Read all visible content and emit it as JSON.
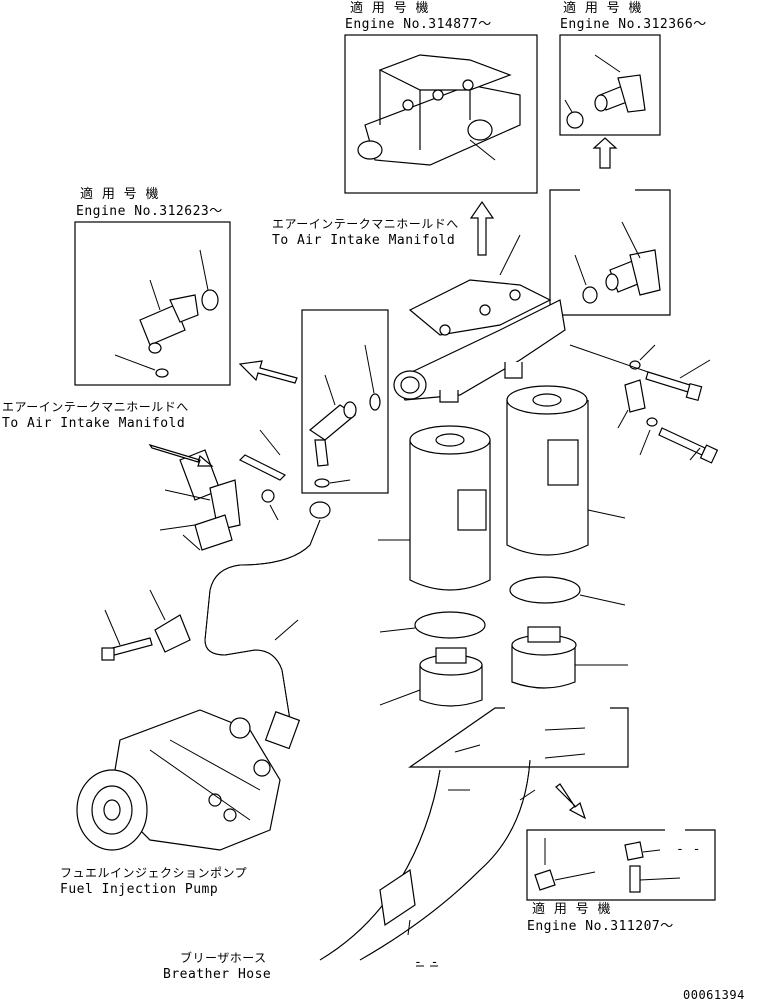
{
  "labels": {
    "box_top_center": {
      "jp": "適 用 号 機",
      "en": "Engine No.314877～"
    },
    "box_top_right": {
      "jp": "適 用 号 機",
      "en": "Engine No.312366～"
    },
    "box_left": {
      "jp": "適 用 号 機",
      "en": "Engine No.312623～"
    },
    "box_bottom_right": {
      "jp": "適 用 号 機",
      "en": "Engine No.311207～"
    },
    "air_intake_upper": {
      "jp": "エアーインテークマニホールドへ",
      "en": "To Air Intake Manifold"
    },
    "air_intake_left": {
      "jp": "エアーインテークマニホールドへ",
      "en": "To Air Intake Manifold"
    },
    "fuel_pump": {
      "jp": "フュエルインジェクションポンプ",
      "en": "Fuel Injection Pump"
    },
    "breather": {
      "jp": "ブリーザホース",
      "en": "Breather Hose"
    },
    "dash_marks": {
      "bottom_right_box": "- -",
      "bottom_center": "- -"
    },
    "drawing_number": "00061394"
  }
}
